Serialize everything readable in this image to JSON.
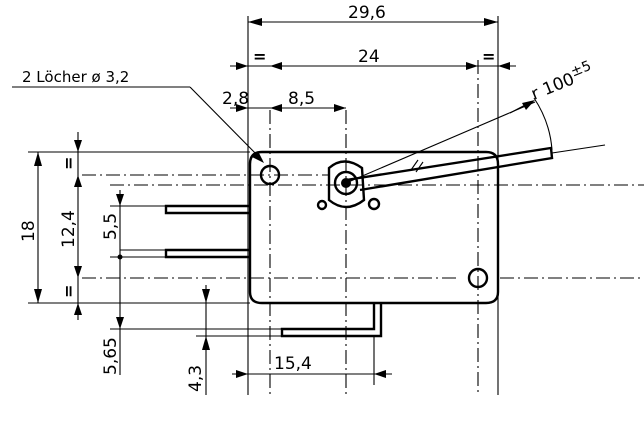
{
  "labels": {
    "holes_note": "2 Löcher ø 3,2",
    "radius_prefix": "r 100",
    "radius_tolerance": "±5"
  },
  "dimensions": {
    "overall_width": "29,6",
    "hole_spacing": "24",
    "equal_sign": "=",
    "hole_offset": "2,8",
    "pivot_offset": "8,5",
    "height": "18",
    "hole_vertical": "12,4",
    "terminal_pitch": "5,5",
    "terminal_offset": "5,65",
    "terminal_drop": "4,3",
    "terminal_span": "15,4"
  }
}
